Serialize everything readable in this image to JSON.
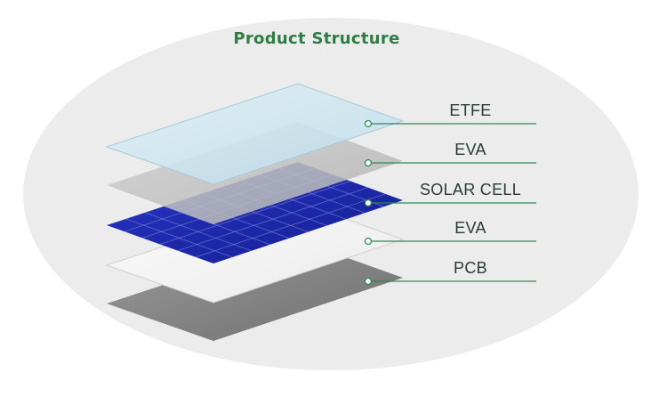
{
  "title": "Product Structure",
  "colors": {
    "title": "#2f7d45",
    "leader_line": "#2b8a52",
    "background_ellipse": "#ececec",
    "etfe": "#cfe6f1",
    "eva": "#c3c3c3",
    "solar_cell": "#1f2cb0",
    "eva_2": "#f4f4f4",
    "pcb": "#8a8a8a"
  },
  "layers": [
    {
      "id": "etfe",
      "label": "ETFE"
    },
    {
      "id": "eva-top",
      "label": "EVA"
    },
    {
      "id": "solar-cell",
      "label": "SOLAR CELL"
    },
    {
      "id": "eva-bottom",
      "label": "EVA"
    },
    {
      "id": "pcb",
      "label": "PCB"
    }
  ]
}
